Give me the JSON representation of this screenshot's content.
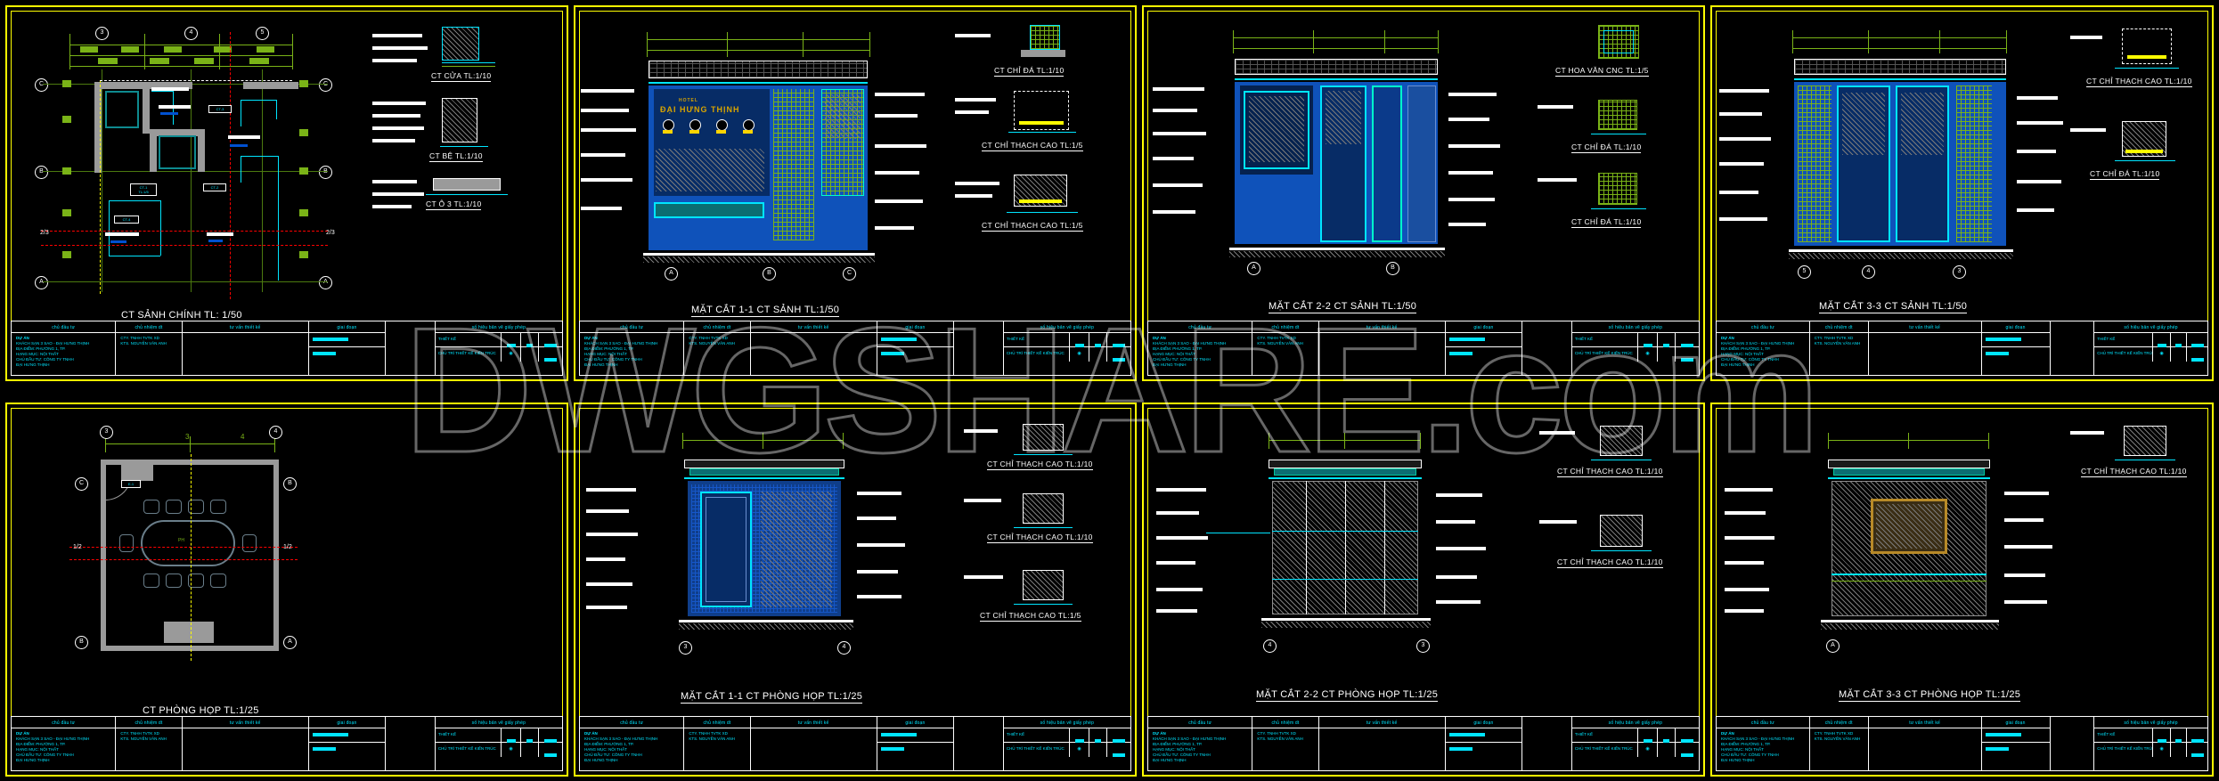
{
  "sheet": {
    "background": "#000000",
    "frame_color": "#ffff00",
    "watermark": "DWGSHARE.com"
  },
  "panels": [
    {
      "id": "p1",
      "title": "CT SẢNH CHÍNH TL: 1/50",
      "grid_bubbles_top": [
        "3",
        "4",
        "5"
      ],
      "grid_bubbles_left": [
        "C",
        "B",
        "A"
      ],
      "grid_bubbles_right": [
        "C",
        "B",
        "A"
      ],
      "section_marks": [
        "2/3",
        "2/3"
      ],
      "detail_titles": [
        "CT CỬA TL:1/10",
        "CT BỆ TL:1/10",
        "CT Ô 3 TL:1/10"
      ]
    },
    {
      "id": "p2",
      "title": "MẶT CẮT 1-1 CT SẢNH TL:1/50",
      "grid_bubbles_top": [
        "A",
        "B",
        "C"
      ],
      "signage": {
        "line1": "HOTEL",
        "line2": "ĐẠI HƯNG THỊNH"
      },
      "detail_titles": [
        "CT CHỈ ĐÁ TL:1/10",
        "CT CHỈ THẠCH CAO TL:1/5",
        "CT CHỈ THẠCH CAO TL:1/5"
      ]
    },
    {
      "id": "p3",
      "title": "MẶT CẮT 2-2 CT SẢNH TL:1/50",
      "grid_bubbles_top": [
        "A",
        "B"
      ],
      "detail_titles": [
        "CT HOA VĂN CNC TL:1/5",
        "CT CHỈ ĐÁ TL:1/10",
        "CT CHỈ ĐÁ TL:1/10"
      ]
    },
    {
      "id": "p4",
      "title": "MẶT CẮT 3-3 CT SẢNH TL:1/50",
      "grid_bubbles_top": [
        "5",
        "4",
        "3"
      ],
      "detail_titles": [
        "CT CHỈ THẠCH CAO TL:1/10",
        "CT CHỈ ĐÁ TL:1/10"
      ]
    },
    {
      "id": "p5",
      "title": "CT PHÒNG HỌP TL:1/25",
      "grid_bubbles_top": [
        "3",
        "4"
      ],
      "grid_bubbles_left": [
        "C",
        "B"
      ],
      "grid_bubbles_right": [
        "B",
        "A"
      ],
      "section_marks": [
        "1/2",
        "1/2"
      ],
      "detail_titles": []
    },
    {
      "id": "p6",
      "title": "MẶT CẮT 1-1 CT PHÒNG HỌP TL:1/25",
      "grid_bubbles_top": [
        "3",
        "4"
      ],
      "detail_titles": [
        "CT CHỈ THẠCH CAO TL:1/10",
        "CT CHỈ THẠCH CAO TL:1/10",
        "CT CHỈ THẠCH CAO TL:1/5"
      ]
    },
    {
      "id": "p7",
      "title": "MẶT CẮT 2-2 CT PHÒNG HỌP TL:1/25",
      "grid_bubbles_top": [
        "4",
        "3"
      ],
      "detail_titles": [
        "CT CHỈ THẠCH CAO TL:1/10",
        "CT CHỈ THẠCH CAO TL:1/10"
      ]
    },
    {
      "id": "p8",
      "title": "MẶT CẮT 3-3 CT PHÒNG HỌP TL:1/25",
      "grid_bubbles_top": [
        "A"
      ],
      "detail_titles": [
        "CT CHỈ THẠCH CAO TL:1/10"
      ]
    }
  ],
  "title_block": {
    "headers": {
      "owner": "chủ đầu tư",
      "designer": "chủ nhiệm dt",
      "checker": "tư vấn thiết kế",
      "drawing_no": "giai đoạn",
      "blank": "",
      "approval": "số hiệu bản vẽ giấy phép"
    },
    "owner_lines": [
      "DỰ ÁN",
      "KHÁCH SẠN 3 SAO - ĐẠI HƯNG THỊNH",
      "ĐỊA ĐIỂM: PHƯỜNG 1, TP.",
      "HẠNG MỤC: NỘI THẤT",
      "CHỦ ĐẦU TƯ: CÔNG TY TNHH",
      "ĐẠI HƯNG THỊNH"
    ],
    "designer_lines": [
      "CTY. TNHH TVTK XD",
      "KTS. NGUYỄN VĂN ANH"
    ],
    "approval_row_1": "THIẾT KẾ",
    "approval_row_2": "CHỦ TRÌ THIẾT KẾ KIẾN TRÚC",
    "approval_cells": [
      "KT",
      "TL",
      ""
    ]
  }
}
